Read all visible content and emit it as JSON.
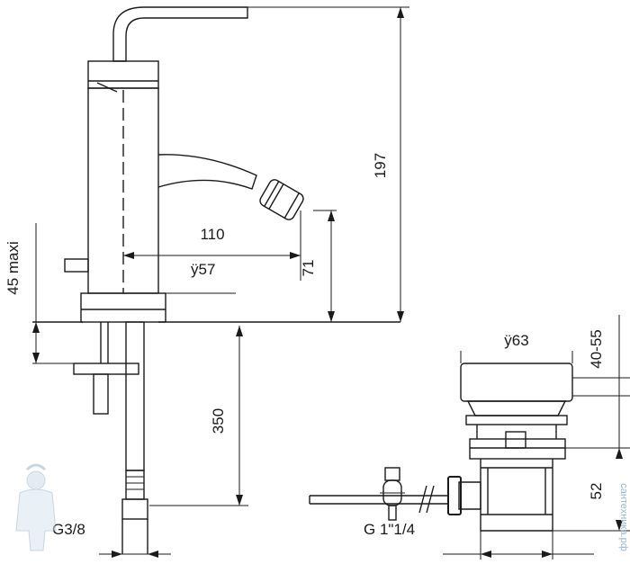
{
  "dimensions": {
    "height_total": "197",
    "reach": "110",
    "base_diameter": "ÿ57",
    "spout_height": "71",
    "deck_thickness": "45 maxi",
    "tail_length": "350",
    "inlet_thread": "G3/8",
    "waste_diameter": "ÿ63",
    "waste_height_top": "40-55",
    "waste_height_body": "52",
    "waste_thread": "G 1\"1/4"
  },
  "watermark": {
    "text": "сантехника.рф"
  },
  "colors": {
    "line": "#1a1a1a",
    "watermark": "#9ab6cc"
  }
}
